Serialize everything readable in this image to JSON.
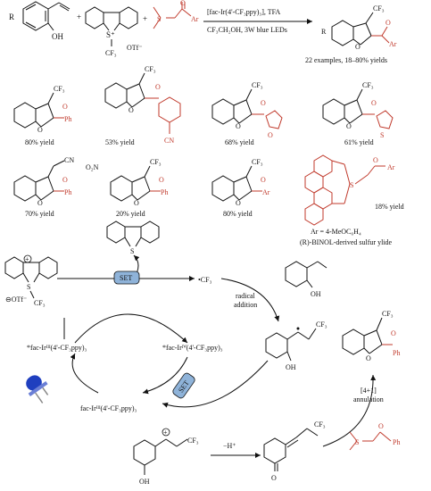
{
  "scheme": {
    "reagents_top": "[fac-Ir(4'-CF₃ppy)₃], TFA",
    "reagents_bottom": "CF₃CH₂OH, 3W blue LEDs",
    "scope_note": "22 examples, 18–80% yields",
    "r_label": "R",
    "oh_label": "OH",
    "otf_label": "OTf⁻",
    "cf3_label": "CF₃",
    "s_plus_label": "S⁺",
    "ar_label": "Ar",
    "o_label": "O"
  },
  "examples": [
    {
      "id": "ex1",
      "yield": "80% yield",
      "substituent": "Ph"
    },
    {
      "id": "ex2",
      "yield": "53% yield",
      "substituent": "4-CN-C6H4",
      "cn": "CN"
    },
    {
      "id": "ex3",
      "yield": "68% yield",
      "substituent": "2-furyl"
    },
    {
      "id": "ex4",
      "yield": "61% yield",
      "substituent": "2-thienyl"
    },
    {
      "id": "ex5",
      "yield": "70% yield",
      "substituent": "Ph",
      "side": "CN"
    },
    {
      "id": "ex6",
      "yield": "20% yield",
      "substituent": "Ph",
      "prefix": "O₂N"
    },
    {
      "id": "ex7",
      "yield": "80% yield",
      "substituent": "Ar"
    },
    {
      "id": "ex8",
      "yield": "18% yield",
      "substituent": "Ar"
    }
  ],
  "ar_definition": "Ar = 4-MeOC₆H₄",
  "binol_note": "(R)-BINOL-derived sulfur ylide",
  "mechanism": {
    "set_label": "SET",
    "cf3_radical": "•CF₃",
    "radical_addition_1": "radical",
    "radical_addition_2": "addition",
    "ir_excited": "*fac-Irᴵᴵᴵ(4'-CF₃ppy)₃",
    "ir_iv": "*fac-Irᴵⱽ(4'-CF₃ppy)₃",
    "ir_ground": "fac-Irᴵᴵᴵ(4'-CF₃ppy)₃",
    "deprotonation": "−H⁺",
    "annulation_1": "[4+1]",
    "annulation_2": "annulation",
    "ph_label": "Ph",
    "s_label": "S",
    "o_label": "O",
    "oh_label": "OH",
    "otf_label": "⊖OTf⁻"
  },
  "colors": {
    "ink": "#111111",
    "accent_red": "#c0392b",
    "set_fill": "#8fb3d9",
    "led_blue": "#1f3fbf"
  }
}
